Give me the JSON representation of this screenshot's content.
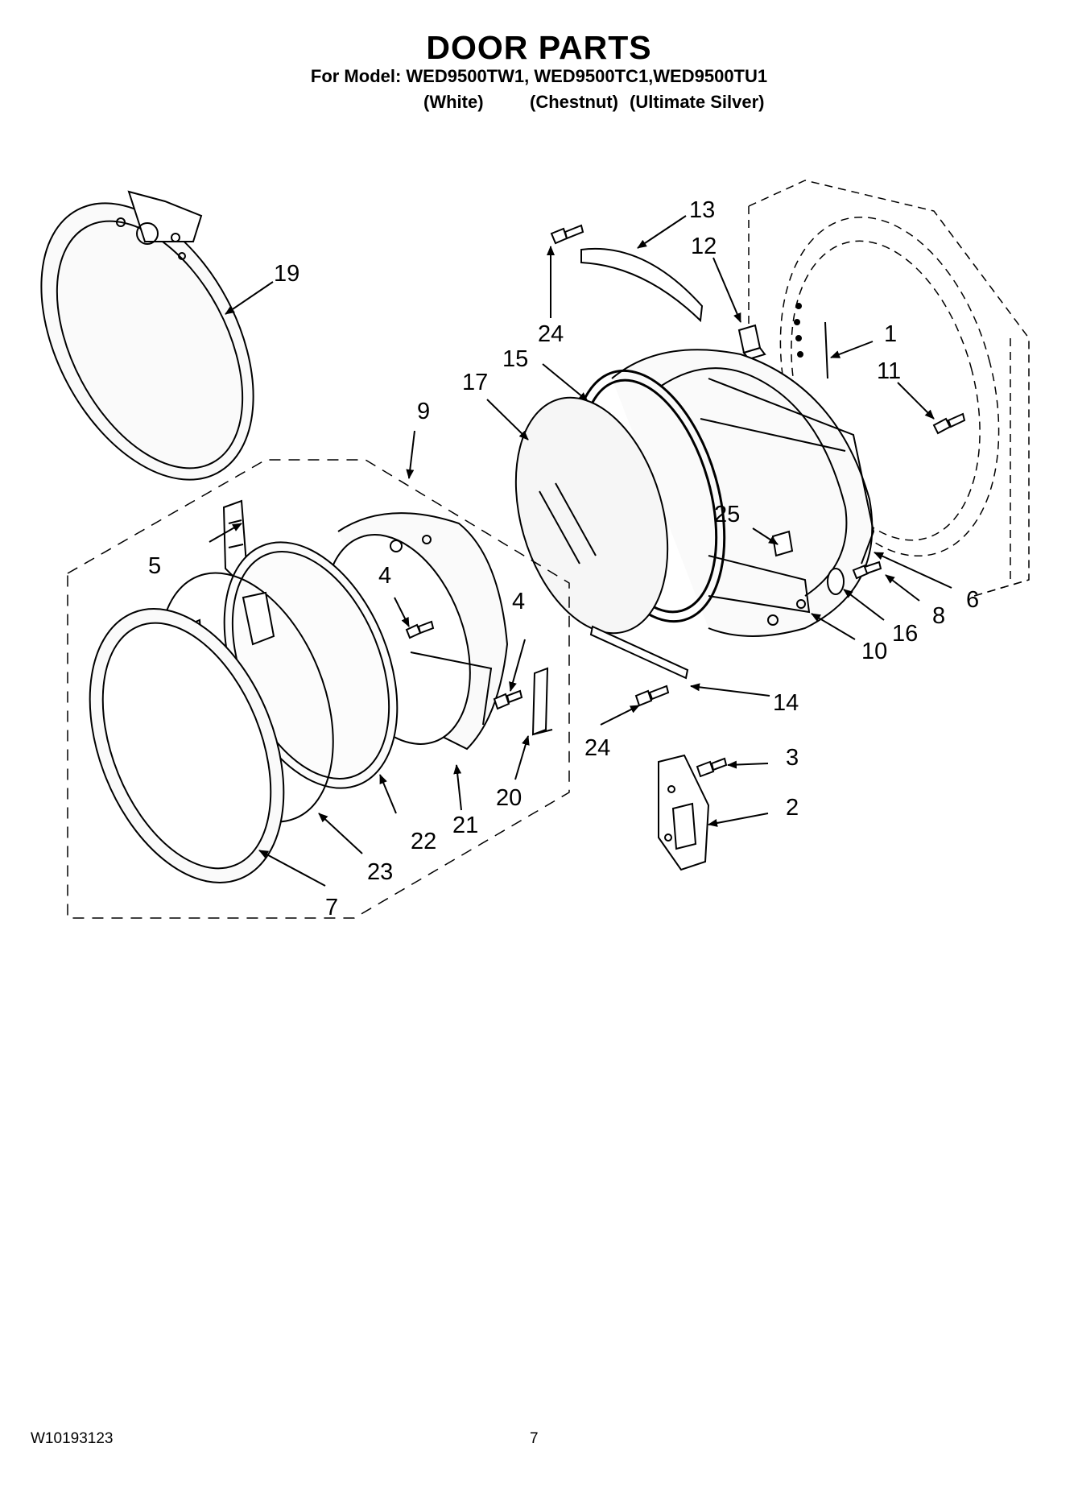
{
  "header": {
    "title": "DOOR PARTS",
    "model_line": "For Model: WED9500TW1, WED9500TC1,WED9500TU1",
    "variants": [
      "(White)",
      "(Chestnut)",
      "(Ultimate Silver)"
    ]
  },
  "callouts": {
    "p1": "1",
    "p2": "2",
    "p3": "3",
    "p4a": "4",
    "p4b": "4",
    "p5": "5",
    "p6": "6",
    "p7": "7",
    "p8": "8",
    "p9": "9",
    "p10": "10",
    "p11": "11",
    "p12": "12",
    "p13": "13",
    "p14": "14",
    "p15": "15",
    "p16": "16",
    "p17": "17",
    "p19": "19",
    "p20": "20",
    "p21": "21",
    "p22": "22",
    "p23": "23",
    "p24a": "24",
    "p24b": "24",
    "p25": "25"
  },
  "footer": {
    "doc_number": "W10193123",
    "page_number": "7"
  }
}
